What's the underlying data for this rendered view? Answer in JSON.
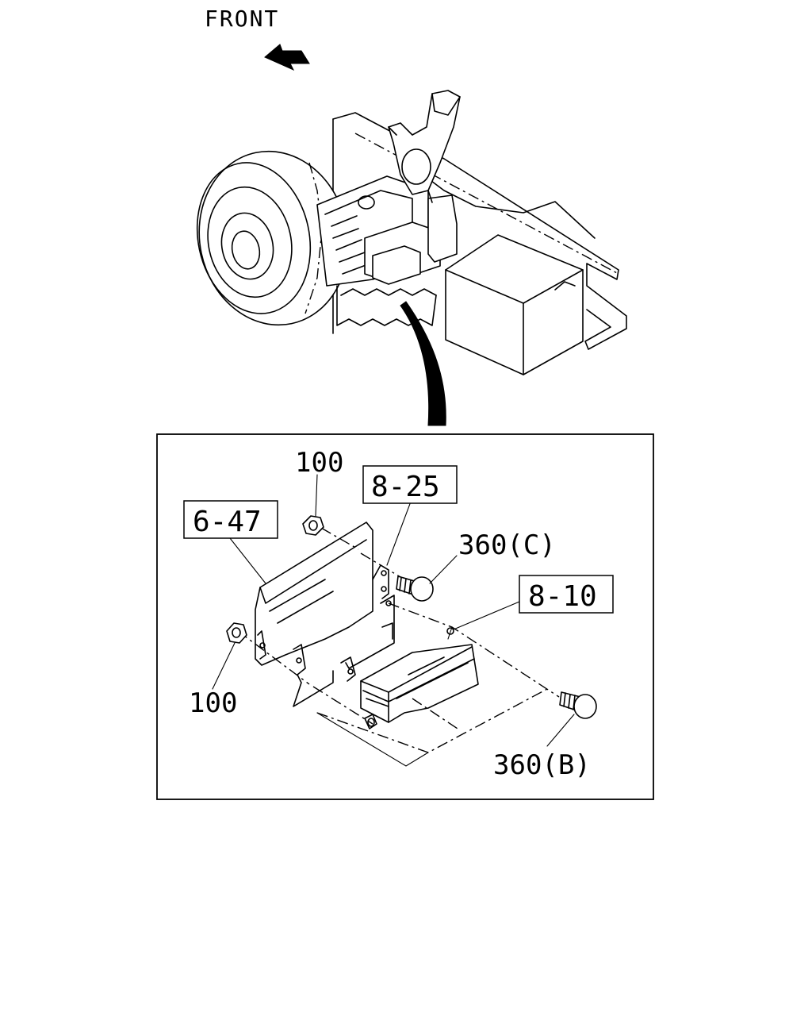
{
  "orientation": {
    "label": "FRONT",
    "arrow_icon": "left-arrow-icon"
  },
  "callouts": {
    "nut_upper": "100",
    "nut_lower": "100",
    "bracket_ref": "6-47",
    "relay_ref_upper": "8-25",
    "relay_ref_lower": "8-10",
    "bolt_upper": "360(C)",
    "bolt_lower": "360(B)"
  },
  "colors": {
    "line": "#000000",
    "background": "#ffffff"
  }
}
